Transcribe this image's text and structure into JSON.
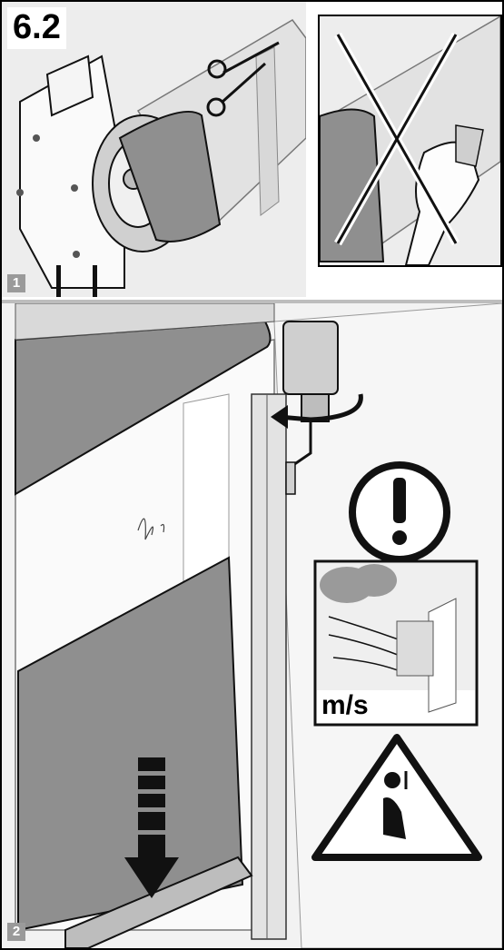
{
  "section": {
    "number": "6.2"
  },
  "steps": [
    {
      "badge": "1"
    },
    {
      "badge": "2"
    }
  ],
  "speed_panel": {
    "unit_label": "m/s"
  },
  "icons": {
    "scissors": "scissors-icon",
    "forbidden": "forbidden-x-icon",
    "rotation": "rotation-arrow-icon",
    "attention": "exclamation-icon",
    "wind": "wind-icon",
    "falling_object_warning": "falling-object-warning-icon",
    "down_arrow": "down-arrow-icon"
  },
  "colors": {
    "curtain": "#8f8f8f",
    "background": "#f2f2f2",
    "badge": "#9a9a9a"
  }
}
